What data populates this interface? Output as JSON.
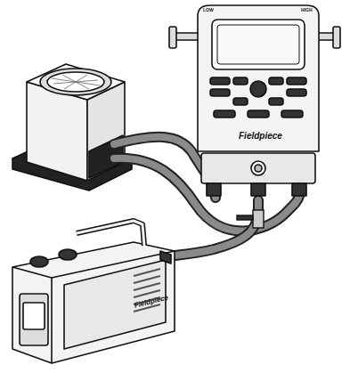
{
  "diagram": {
    "labels": [
      "LOW",
      "HIGH",
      "Fieldpiece",
      "Fieldpiece"
    ]
  }
}
